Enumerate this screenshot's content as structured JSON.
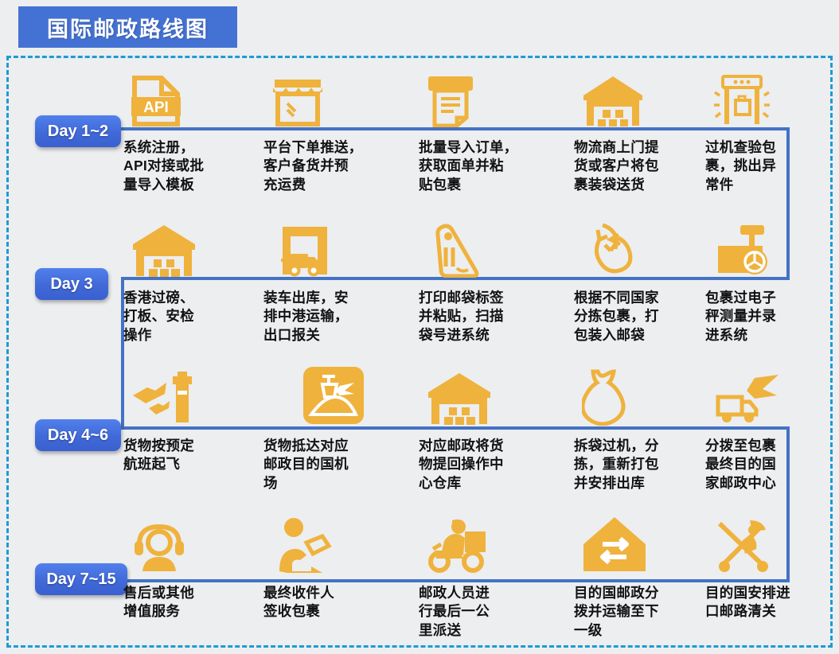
{
  "header": {
    "title": "国际邮政路线图",
    "title_bg": "#4472D4",
    "title_color": "#ffffff"
  },
  "theme": {
    "icon_color": "#EFB23C",
    "line_color": "#4472C4",
    "dashed_border_color": "#1E9BD4",
    "badge_color": "#4169D8",
    "background": "#ECEEF0",
    "text_color": "#121212"
  },
  "timeline": {
    "days": [
      {
        "label": "Day 1~2"
      },
      {
        "label": "Day 3"
      },
      {
        "label": "Day 4~6"
      },
      {
        "label": "Day 7~15"
      }
    ],
    "rows": [
      {
        "day": "Day 1~2",
        "steps": [
          {
            "icon": "api-document-icon",
            "text": "系统注册，\nAPI对接或批\n量导入模板"
          },
          {
            "icon": "storefront-icon",
            "text": "平台下单推送，\n客户备货并预\n充运费"
          },
          {
            "icon": "printer-waybill-icon",
            "text": "批量导入订单，\n获取面单并粘\n贴包裹"
          },
          {
            "icon": "warehouse-icon",
            "text": "物流商上门提\n货或客户将包\n裹装袋送货"
          },
          {
            "icon": "xray-scanner-icon",
            "text": "过机查验包\n裹，挑出异\n常件"
          }
        ]
      },
      {
        "day": "Day 3",
        "steps": [
          {
            "icon": "warehouse-icon",
            "text": "香港过磅、\n打板、安检\n操作"
          },
          {
            "icon": "truck-warehouse-icon",
            "text": "装车出库，安\n排中港运输，\n出口报关"
          },
          {
            "icon": "mail-tag-label-icon",
            "text": "打印邮袋标签\n并粘贴，扫描\n袋号进系统"
          },
          {
            "icon": "sorting-sack-icon",
            "text": "根据不同国家\n分拣包裹，打\n包装入邮袋"
          },
          {
            "icon": "electronic-scale-icon",
            "text": "包裹过电子\n秤测量并录\n进系统"
          }
        ]
      },
      {
        "day": "Day 4~6",
        "steps": [
          {
            "icon": "airplane-takeoff-tower-icon",
            "text": "货物按预定\n航班起飞"
          },
          {
            "icon": "airport-arrival-icon",
            "text": "货物抵达对应\n邮政目的国机\n场"
          },
          {
            "icon": "warehouse-icon",
            "text": "对应邮政将货\n物提回操作中\n心仓库"
          },
          {
            "icon": "mail-sack-icon",
            "text": "拆袋过机，分\n拣，重新打包\n并安排出库"
          },
          {
            "icon": "truck-plane-icon",
            "text": "分拨至包裹\n最终目的国\n家邮政中心"
          }
        ]
      },
      {
        "day": "Day 7~15",
        "steps": [
          {
            "icon": "customer-service-headset-icon",
            "text": "售后或其他\n增值服务"
          },
          {
            "icon": "person-signing-icon",
            "text": "最终收件人\n签收包裹"
          },
          {
            "icon": "scooter-courier-icon",
            "text": "邮政人员进\n行最后一公\n里派送"
          },
          {
            "icon": "house-exchange-icon",
            "text": "目的国邮政分\n拨并运输至下\n一级"
          },
          {
            "icon": "customs-clearance-icon",
            "text": "目的国安排进\n口邮路清关"
          }
        ]
      }
    ]
  }
}
